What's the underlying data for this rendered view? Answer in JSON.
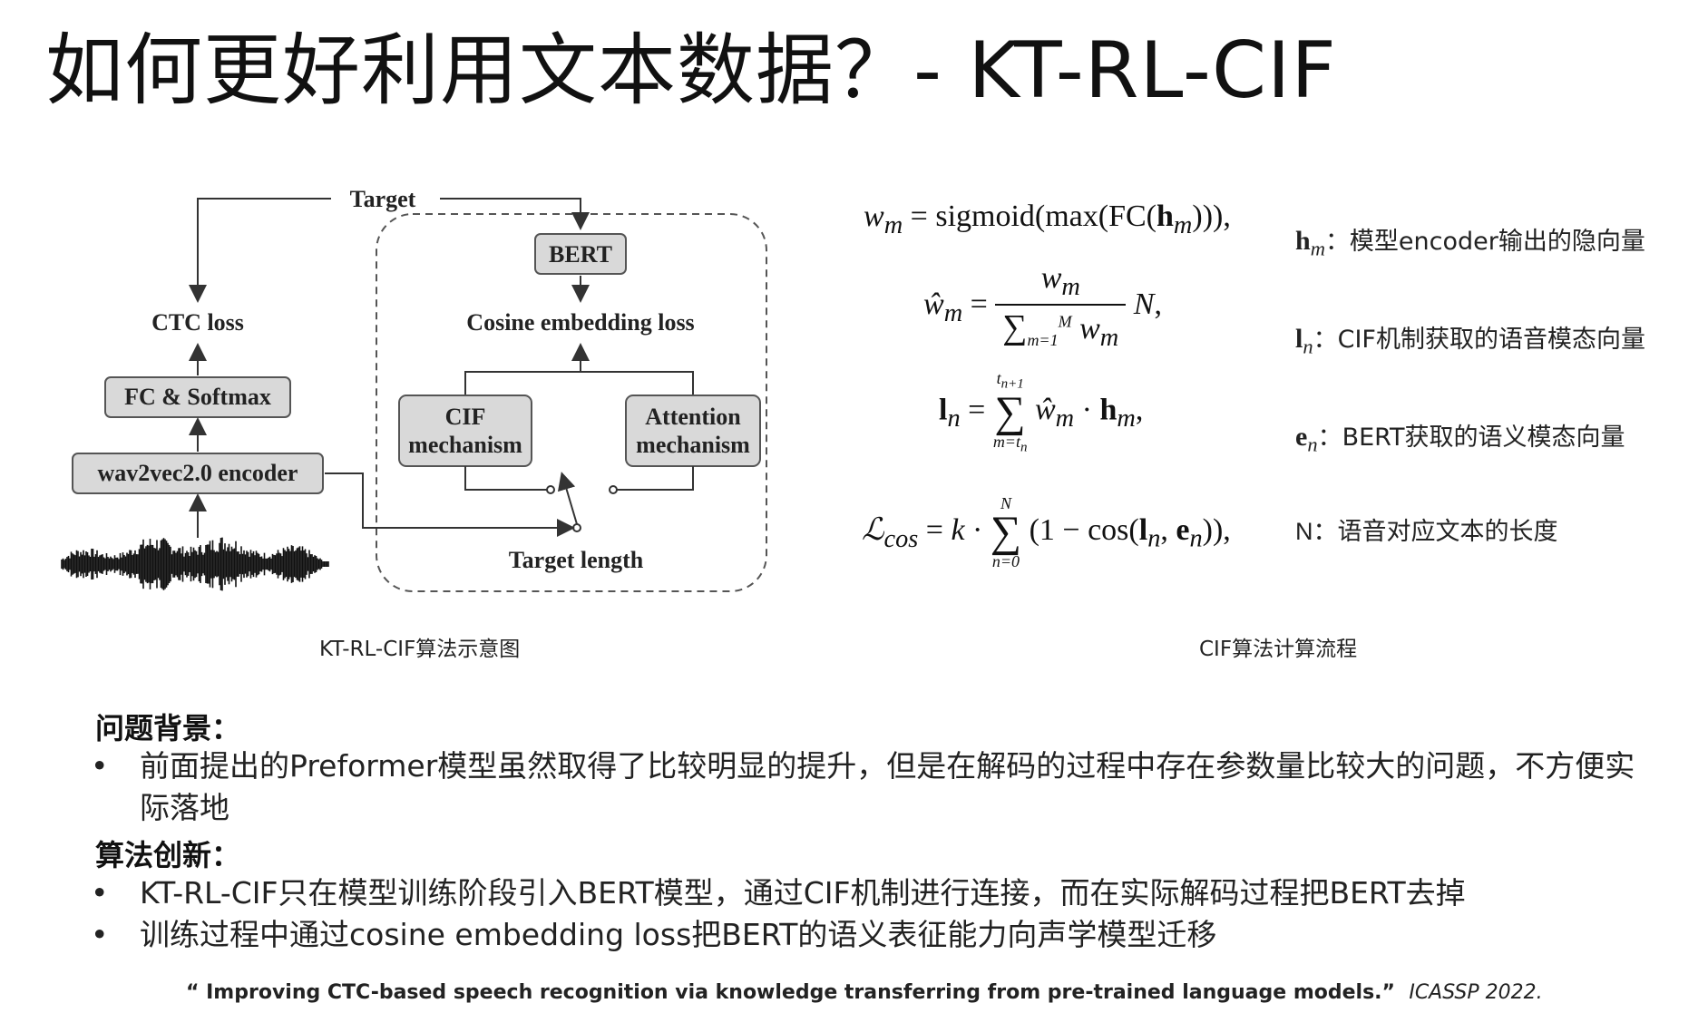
{
  "slide": {
    "title": "如何更好利用文本数据？- KT-RL-CIF"
  },
  "diagram": {
    "target_label": "Target",
    "bert_label": "BERT",
    "ctc_loss_label": "CTC loss",
    "cosine_loss_label": "Cosine embedding loss",
    "fc_softmax_label": "FC & Softmax",
    "cif_label_line1": "CIF",
    "cif_label_line2": "mechanism",
    "attention_label_line1": "Attention",
    "attention_label_line2": "mechanism",
    "encoder_label": "wav2vec2.0 encoder",
    "target_length_label": "Target length",
    "caption": "KT-RL-CIF算法示意图"
  },
  "formulas": {
    "caption": "CIF算法计算流程",
    "f1": "w_m = sigmoid(max(FC(h_m))),",
    "f2": "ŵ_m = w_m / Σ_{m=1}^{M} w_m · N,",
    "f3": "l_n = Σ_{m=t_n}^{t_{n+1}} ŵ_m · h_m,",
    "f4": "L_cos = k · Σ_{n=0}^{N} (1 − cos(l_n, e_n)),"
  },
  "legend": [
    {
      "symbol": "h",
      "sub": "m",
      "text": "：模型encoder输出的隐向量"
    },
    {
      "symbol": "l",
      "sub": "n",
      "text": "：CIF机制获取的语音模态向量"
    },
    {
      "symbol": "e",
      "sub": "n",
      "text": "：BERT获取的语义模态向量"
    },
    {
      "symbol": "N",
      "sub": "",
      "text": "：语音对应文本的长度"
    }
  ],
  "background": {
    "heading": "问题背景：",
    "bullet1": "前面提出的Preformer模型虽然取得了比较明显的提升，但是在解码的过程中存在参数量比较大的问题，不方便实际落地"
  },
  "innovation": {
    "heading": "算法创新：",
    "bullet1": "KT-RL-CIF只在模型训练阶段引入BERT模型，通过CIF机制进行连接，而在实际解码过程把BERT去掉",
    "bullet2": "训练过程中通过cosine embedding loss把BERT的语义表征能力向声学模型迁移"
  },
  "reference": {
    "quote": "“ Improving CTC-based speech recognition via knowledge transferring from pre-trained language models.”",
    "venue": "ICASSP 2022."
  },
  "colors": {
    "box_fill": "#d9d9d9",
    "box_stroke": "#555555",
    "text": "#111111"
  }
}
